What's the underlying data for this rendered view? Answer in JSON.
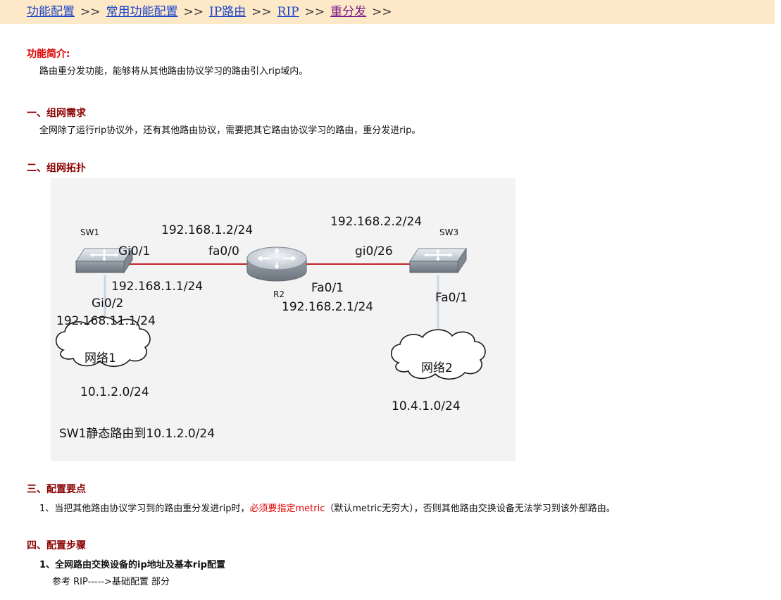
{
  "breadcrumb": {
    "items": [
      "功能配置",
      "常用功能配置",
      "IP路由",
      "RIP",
      "重分发"
    ],
    "separator": ">>"
  },
  "intro": {
    "heading": "功能简介:",
    "text": "路由重分发功能，能够将从其他路由协议学习的路由引入rip域内。"
  },
  "section1": {
    "heading": "一、组网需求",
    "text": "全网除了运行rip协议外，还有其他路由协议，需要把其它路由协议学习的路由，重分发进rip。"
  },
  "section2": {
    "heading": "二、组网拓扑",
    "topology": {
      "sw1_name": "SW1",
      "sw3_name": "SW3",
      "r2_name": "R2",
      "ip_r2_fa00": "192.168.1.2/24",
      "ip_r2_fa01": "192.168.2.2/24",
      "sw1_gi01": "Gi0/1",
      "r2_fa00": "fa0/0",
      "sw3_gi026": "gi0/26",
      "ip_sw1_gi01": "192.168.1.1/24",
      "r2_fa01": "Fa0/1",
      "ip_sw3_gi026": "192.168.2.1/24",
      "sw1_gi02": "Gi0/2",
      "sw3_fa01": "Fa0/1",
      "ip_sw1_gi02": "192.168.11.1/24",
      "cloud1_label": "网络1",
      "cloud2_label": "网络2",
      "net1": "10.1.2.0/24",
      "net2": "10.4.1.0/24",
      "note": "SW1静态路由到10.1.2.0/24",
      "link_color": "#c0222a"
    }
  },
  "section3": {
    "heading": "三、配置要点",
    "text_before": "1、当把其他路由协议学习到的路由重分发进rip时，",
    "text_red": "必须要指定metric",
    "text_after": "（默认metric无穷大），否则其他路由交换设备无法学习到该外部路由。"
  },
  "section4": {
    "heading": "四、配置步骤",
    "step1_title": "1、全网路由交换设备的ip地址及基本rip配置",
    "step1_text": "参考 RIP----->基础配置 部分"
  }
}
